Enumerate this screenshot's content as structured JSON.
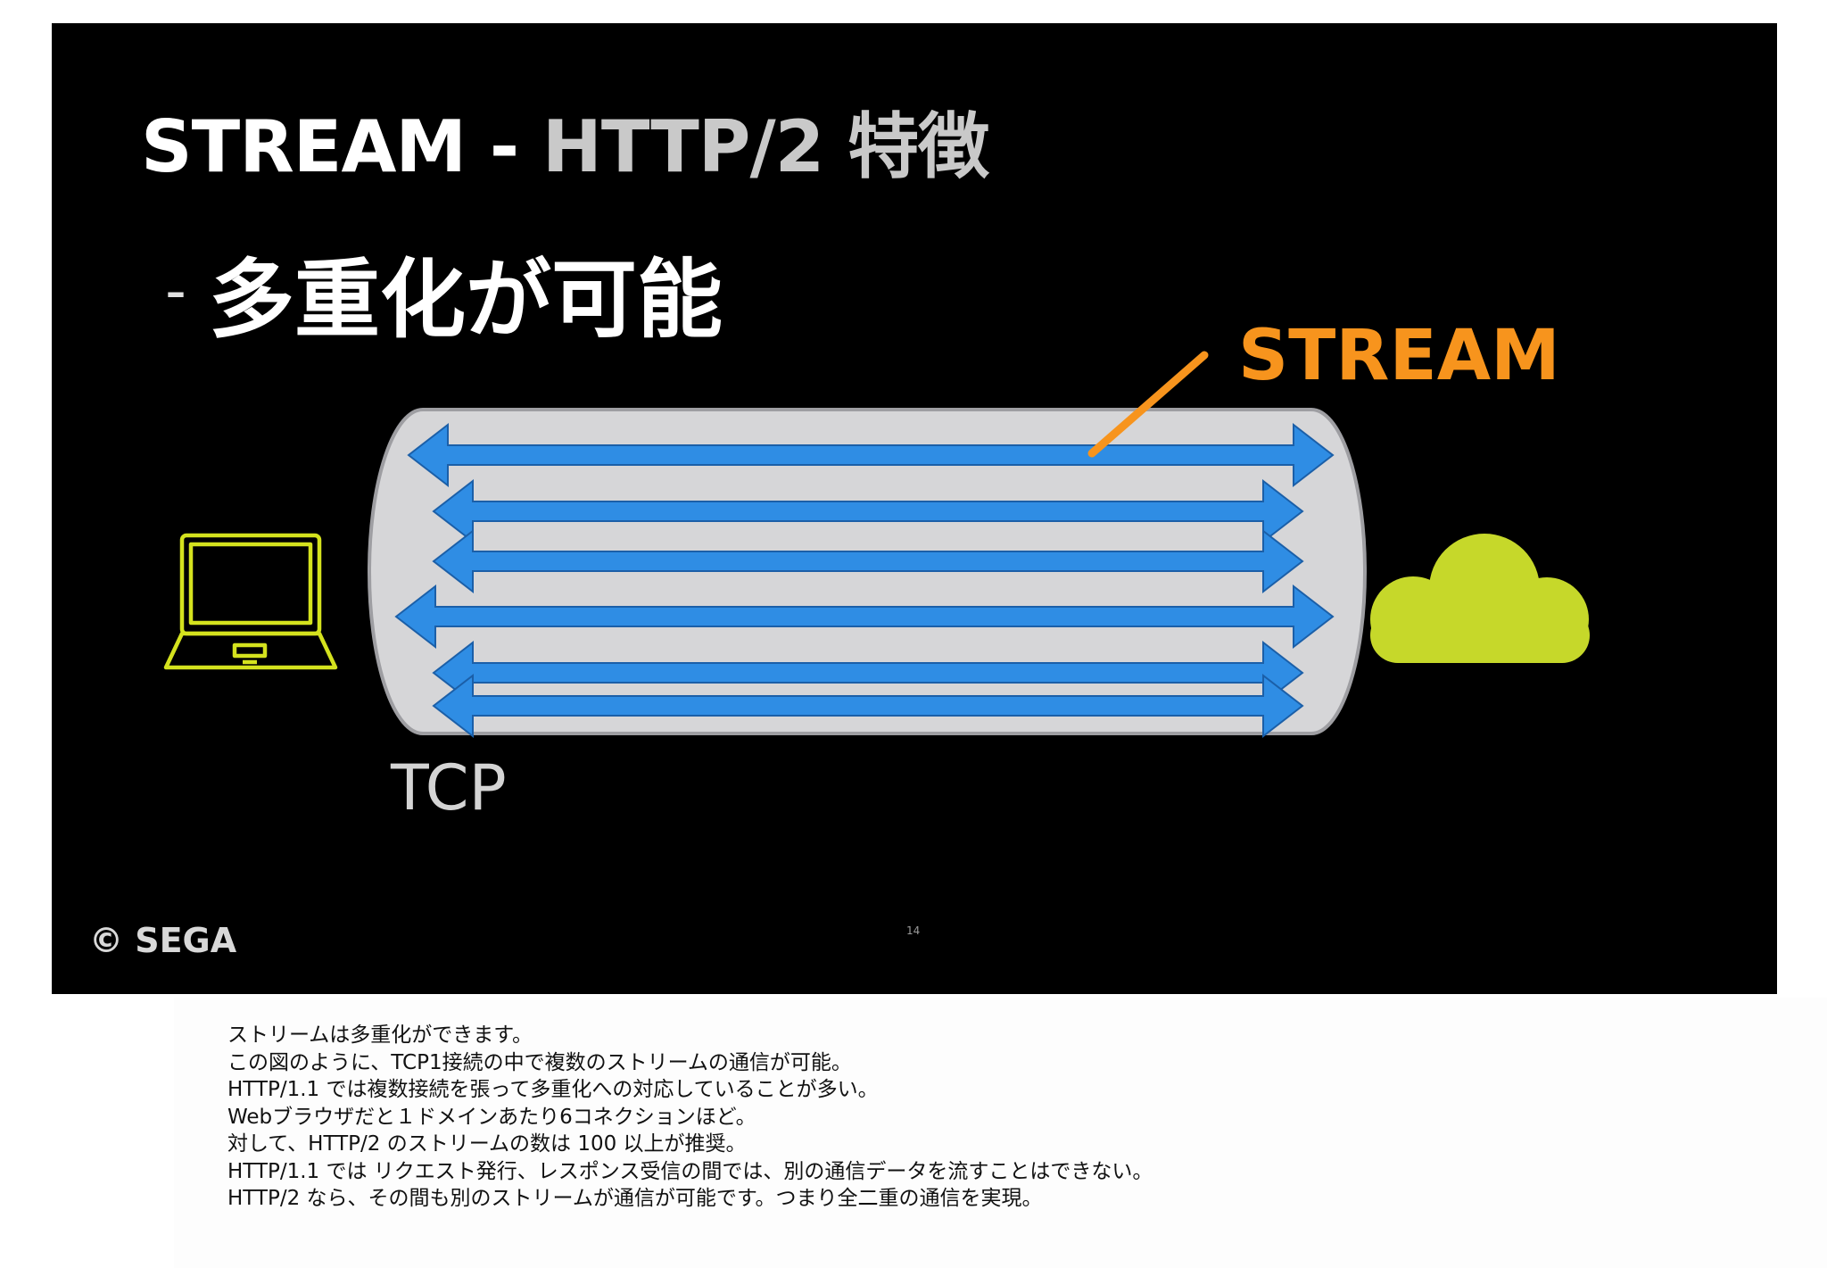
{
  "slide": {
    "title": {
      "part1": "STREAM",
      "part2": " - ",
      "part3": "HTTP/2 特徴"
    },
    "bullet": {
      "dash": "–",
      "text": "多重化が可能"
    },
    "diagram": {
      "stream_label": "STREAM",
      "tcp_label": "TCP",
      "client_icon": "laptop-icon",
      "server_icon": "cloud-icon",
      "colors": {
        "arrow": "#2f8de4",
        "tube": "#d6d6d8",
        "stream_accent": "#f7941d",
        "laptop": "#d4e21e",
        "cloud": "#c6d82a"
      }
    },
    "copyright": "© SEGA",
    "page_number": "14"
  },
  "notes": {
    "lines": [
      "ストリームは多重化ができます。",
      "この図のように、TCP1接続の中で複数のストリームの通信が可能。",
      "HTTP/1.1 では複数接続を張って多重化への対応していることが多い。",
      "Webブラウザだと１ドメインあたり6コネクションほど。",
      "対して、HTTP/2 のストリームの数は 100 以上が推奨。",
      "HTTP/1.1 では リクエスト発行、レスポンス受信の間では、別の通信データを流すことはできない。",
      "HTTP/2 なら、その間も別のストリームが通信が可能です。つまり全二重の通信を実現。"
    ]
  }
}
